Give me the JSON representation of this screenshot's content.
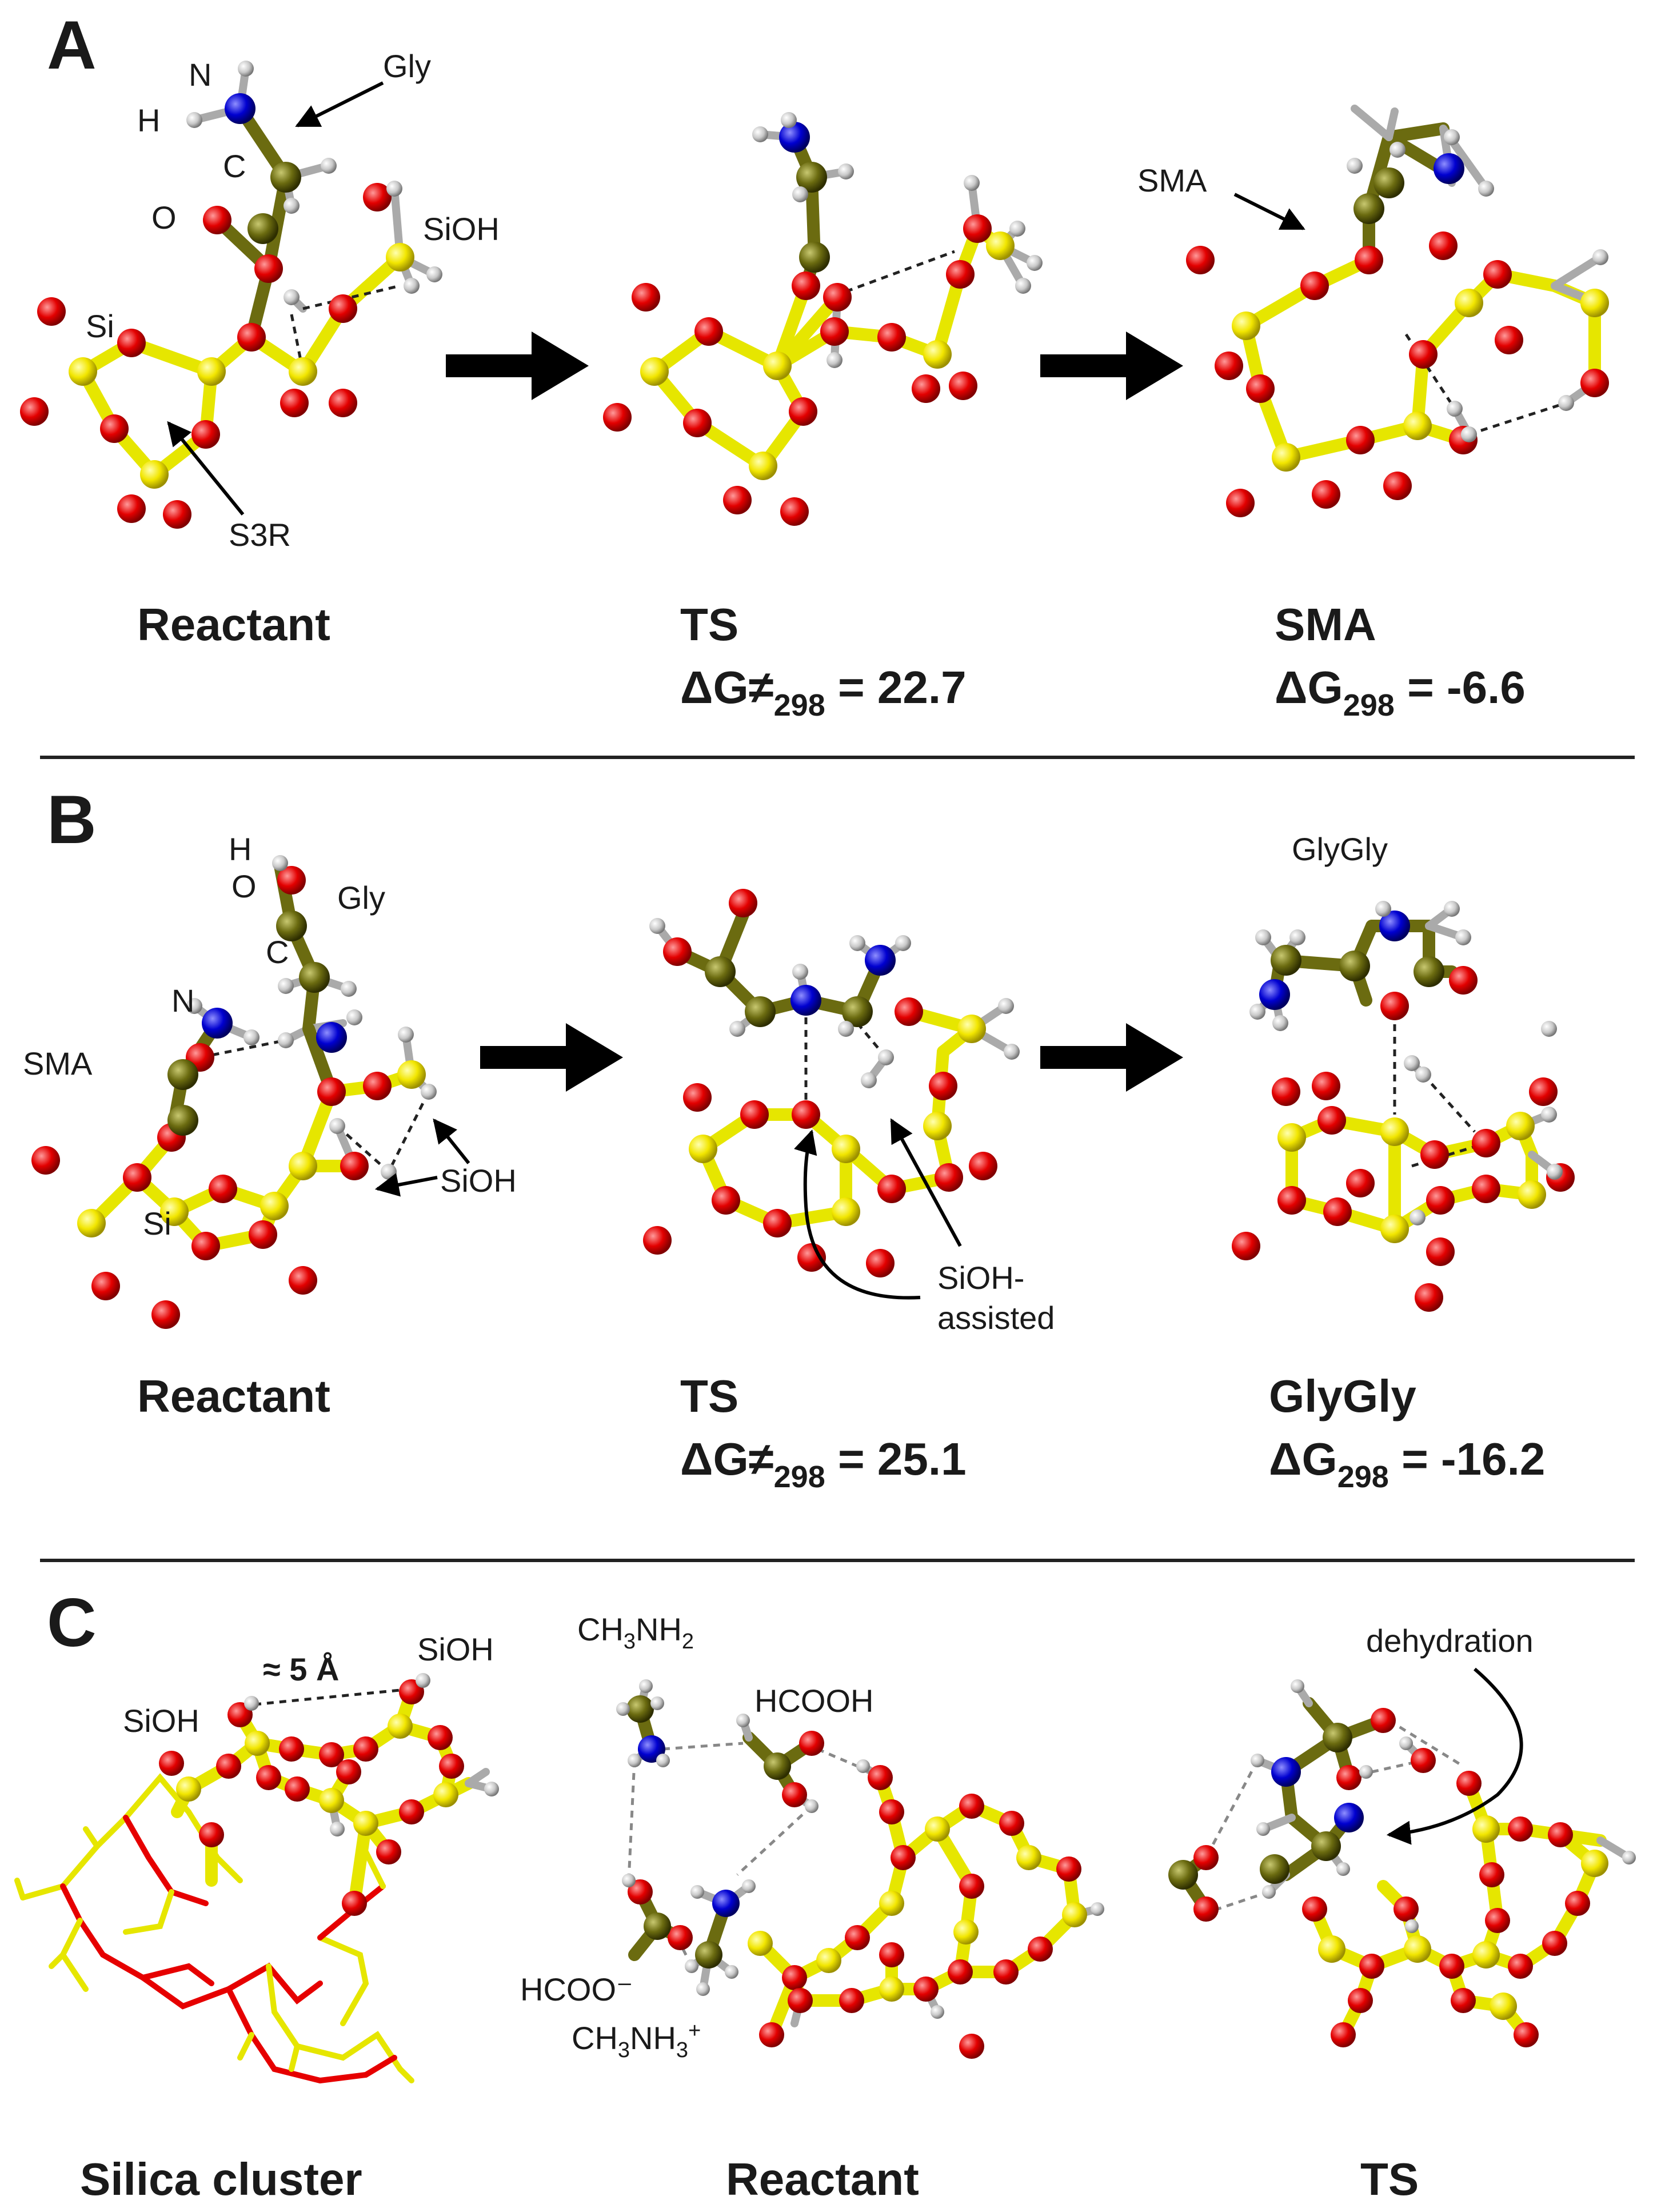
{
  "colors": {
    "silicon": "#f2e600",
    "oxygen": "#e30000",
    "carbon": "#6b6b10",
    "nitrogen": "#0000d0",
    "hydrogen": "#b8b8b8",
    "arrow": "#000000"
  },
  "panels": [
    {
      "letter": "A",
      "labels": {
        "n": "N",
        "h": "H",
        "gly": "Gly",
        "c": "C",
        "o": "O",
        "sioh": "SiOH",
        "si": "Si",
        "s3r": "S3R",
        "sma": "SMA"
      },
      "states": [
        {
          "caption": "Reactant",
          "energy_prefix": "",
          "energy_sub": "",
          "energy_value": ""
        },
        {
          "caption": "TS",
          "energy_prefix": "ΔG≠",
          "energy_sub": "298",
          "energy_value": " = 22.7"
        },
        {
          "caption": "SMA",
          "energy_prefix": "ΔG",
          "energy_sub": "298",
          "energy_value": " = -6.6"
        }
      ]
    },
    {
      "letter": "B",
      "labels": {
        "h": "H",
        "o": "O",
        "gly": "Gly",
        "c": "C",
        "n": "N",
        "sma": "SMA",
        "sioh": "SiOH",
        "si": "Si",
        "assist_1": "SiOH-",
        "assist_2": "assisted",
        "glygly": "GlyGly"
      },
      "states": [
        {
          "caption": "Reactant",
          "energy_prefix": "",
          "energy_sub": "",
          "energy_value": ""
        },
        {
          "caption": "TS",
          "energy_prefix": "ΔG≠",
          "energy_sub": "298",
          "energy_value": " = 25.1"
        },
        {
          "caption": "GlyGly",
          "energy_prefix": "ΔG",
          "energy_sub": "298",
          "energy_value": " = -16.2"
        }
      ]
    },
    {
      "letter": "C",
      "labels": {
        "distance": "≈ 5 Å",
        "sioh_left": "SiOH",
        "sioh_right": "SiOH",
        "ch3nh2": "CH",
        "ch3nh2_sub": "3",
        "ch3nh2_tail": "NH",
        "ch3nh2_sub2": "2",
        "hcooh": "HCOOH",
        "hcoo": "HCOO⁻",
        "ch3nh3": "CH",
        "ch3nh3_sub": "3",
        "ch3nh3_tail": "NH",
        "ch3nh3_sub2": "3",
        "ch3nh3_sup": "+",
        "dehydration": "dehydration"
      },
      "states": [
        {
          "caption": "Silica cluster"
        },
        {
          "caption": "Reactant"
        },
        {
          "caption": "TS"
        }
      ]
    }
  ]
}
